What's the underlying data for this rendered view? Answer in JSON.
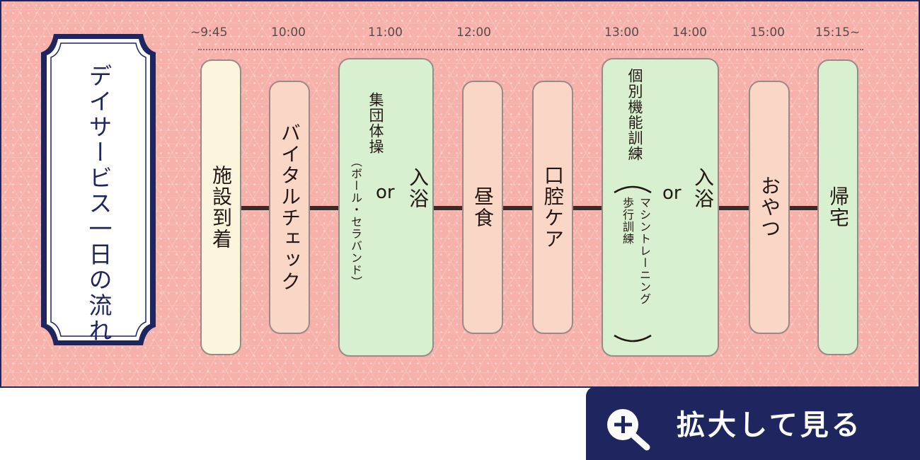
{
  "title": {
    "line1": "デイサービス",
    "line2": "一日の流れ"
  },
  "times": [
    "~9:45",
    "10:00",
    "11:00",
    "12:00",
    "13:00",
    "14:00",
    "15:00",
    "15:15~"
  ],
  "steps": {
    "arrival": "施設到着",
    "vital": "バイタルチェック",
    "group_exercise": "集団体操",
    "group_exercise_note": "（ボール・セラバンド）",
    "or_1": "or",
    "bath_1": "入浴",
    "lunch": "昼食",
    "oral_care": "口腔ケア",
    "individual_training": "個別機能訓練",
    "individual_note_1": "マシントレーニング",
    "individual_note_2": "歩行訓練",
    "or_2": "or",
    "bath_2": "入浴",
    "snack": "おやつ",
    "return_home": "帰宅"
  },
  "zoom_button": {
    "label": "拡大して見る"
  },
  "colors": {
    "navy": "#1e255f",
    "pink_background": "#f7b1ab",
    "cream_card": "#fbf5de",
    "peach_card": "#f9d6c6",
    "green_card": "#d9f0d0"
  }
}
